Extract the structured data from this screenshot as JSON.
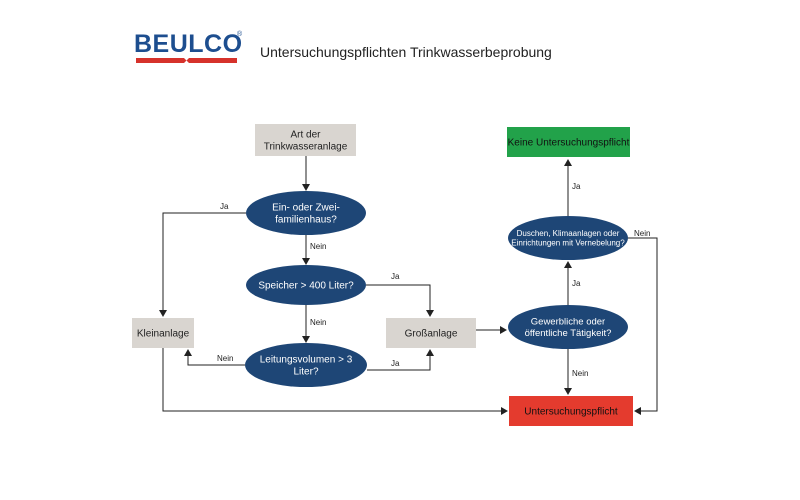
{
  "header": {
    "logo_text": "BEULCO",
    "logo_mark": "®",
    "title": "Untersuchungspflichten Trinkwasserbeprobung"
  },
  "colors": {
    "question": "#1e4676",
    "box_gray": "#d9d5d0",
    "green": "#22a24a",
    "red": "#e43b2e",
    "brand_blue": "#1d4e8f",
    "brand_red": "#d6322b"
  },
  "nodes": {
    "start": [
      "Art der",
      "Trinkwasseranlage"
    ],
    "q_family": [
      "Ein- oder Zwei-",
      "familienhaus?"
    ],
    "q_storage": [
      "Speicher > 400 Liter?"
    ],
    "q_pipe": [
      "Leitungsvolumen > 3",
      "Liter?"
    ],
    "small": [
      "Kleinanlage"
    ],
    "large": [
      "Großanlage"
    ],
    "q_commercial": [
      "Gewerbliche oder",
      "öffentliche Tätigkeit?"
    ],
    "q_showers": [
      "Duschen, Klimaanlagen oder",
      "Einrichtungen mit Vernebelung?"
    ],
    "no_obligation": [
      "Keine Untersuchungspflicht"
    ],
    "obligation": [
      "Untersuchungspflicht"
    ]
  },
  "edge_labels": {
    "family_yes": "Ja",
    "family_no": "Nein",
    "storage_yes": "Ja",
    "storage_no": "Nein",
    "pipe_yes": "Ja",
    "pipe_no": "Nein",
    "commercial_yes": "Ja",
    "commercial_no": "Nein",
    "showers_yes": "Ja",
    "showers_no": "Nein"
  }
}
